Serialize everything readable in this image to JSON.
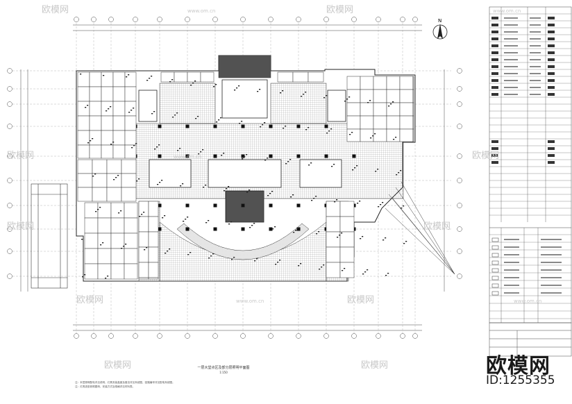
{
  "drawing": {
    "caption": "一层大堂点区及部分层照明平面图",
    "scale": "1:150",
    "north_mark": "N",
    "notes": [
      "注：本层照明配电详见说明，灯具安装高度及做法详见系统图，回路编号详见配电系统图。",
      "注：灯具选型参照图例，安装方式及规格详见材料表。"
    ]
  },
  "watermarks": {
    "brand_text": "欧模网",
    "site_text": "www.om.cn"
  },
  "branding": {
    "name": "欧模网",
    "id_label": "ID:1255355"
  },
  "colors": {
    "line": "#2a2a2a",
    "hatch": "#555555",
    "watermark": "#c8c8c8",
    "paper": "#ffffff"
  }
}
